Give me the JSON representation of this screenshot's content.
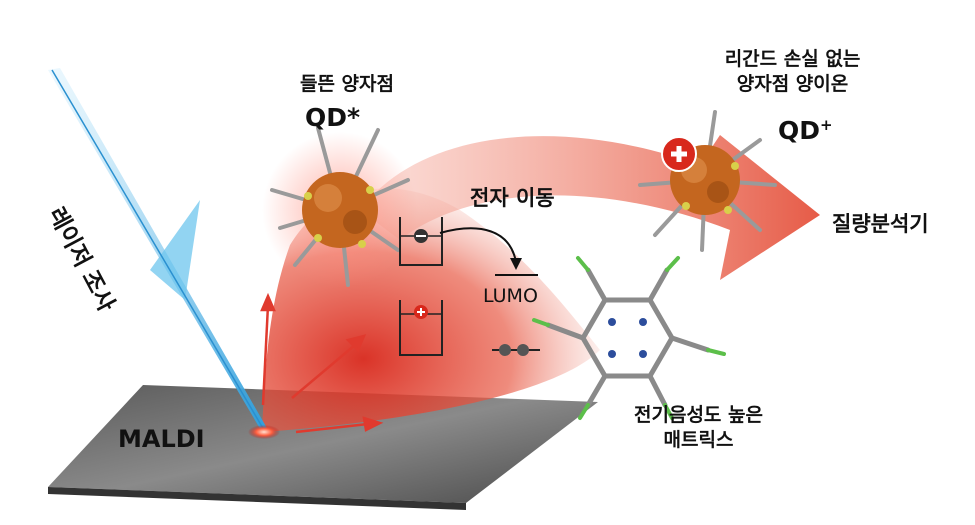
{
  "labels": {
    "laser": "레이저 조사",
    "excited_qd": "들뜬 양자점",
    "qd_star": "QD*",
    "lossless_line1": "리간드 손실 없는",
    "lossless_line2": "양자점 양이온",
    "qd_plus_base": "QD",
    "qd_plus_sup": "+",
    "electron_transfer": "전자 이동",
    "lumo": "LUMO",
    "mass_spec": "질량분석기",
    "matrix_line1": "전기음성도 높은",
    "matrix_line2": "매트릭스",
    "maldi": "MALDI"
  },
  "colors": {
    "plume": "#e0402f",
    "arrow": "#e03a2e",
    "laser": "#49b5e8",
    "plate": "#6a6a6a",
    "qd_core": "#c4661f",
    "matrix_carbon": "#8a8a8a",
    "matrix_fluorine": "#5cbf4a",
    "matrix_nitrogen": "#2c4d9c"
  }
}
